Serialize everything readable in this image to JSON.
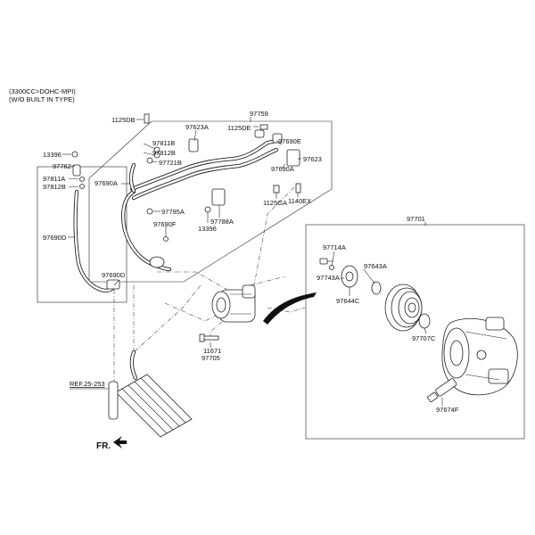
{
  "header": {
    "line1": "(3300CC>DOHC-MPI)",
    "line2": "(W/O BUILT IN TYPE)"
  },
  "parts": {
    "p1125DB": "1125DB",
    "p97759": "97759",
    "p97623A": "97623A",
    "p1125DE": "1125DE",
    "p97690E": "97690E",
    "p97623": "97623",
    "p97690A_r": "97690A",
    "p13396_l": "13396",
    "p97762": "97762",
    "p97811B": "97811B",
    "p97812B_t": "97812B",
    "p97721B": "97721B",
    "p97811A": "97811A",
    "p97812B_l": "97812B",
    "p97690A_l": "97690A",
    "p1125GA": "1125GA",
    "p1140EX": "1140EX",
    "p97795A": "97795A",
    "p97788A": "97788A",
    "p13396_c": "13396",
    "p97690F": "97690F",
    "p97690D_l": "97690D",
    "p97690D_b": "97690D",
    "p11671": "11671",
    "p97705": "97705",
    "p97701": "97701",
    "p97714A": "97714A",
    "p97643A": "97643A",
    "p97743A": "97743A",
    "p97644C": "97644C",
    "p97707C": "97707C",
    "p97674F": "97674F",
    "ref": "REF.25-253",
    "fr": "FR."
  }
}
